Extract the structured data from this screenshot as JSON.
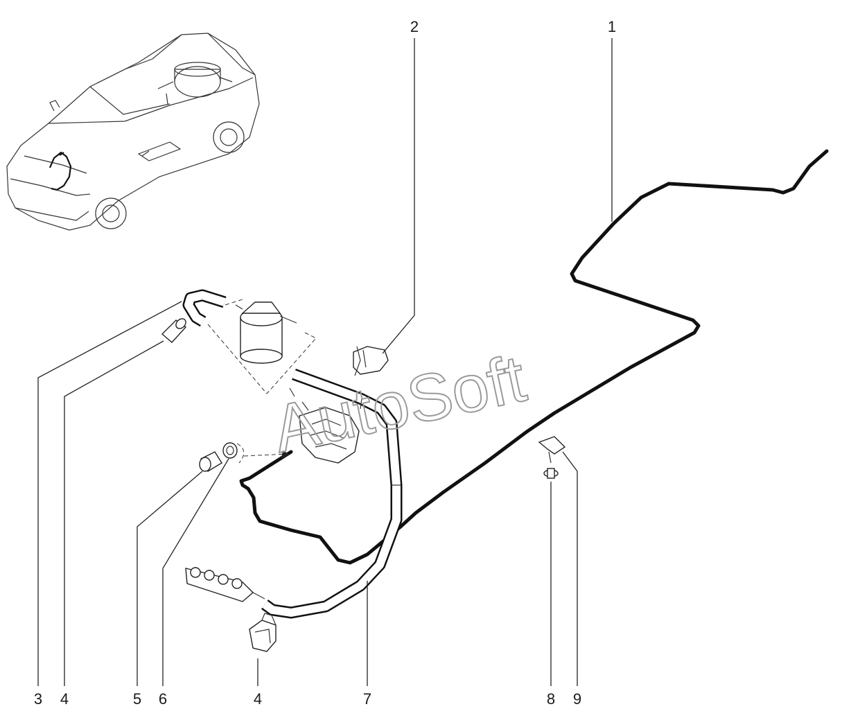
{
  "watermark": "AutoSoft",
  "callouts": {
    "c1": "1",
    "c2": "2",
    "c3": "3",
    "c4a": "4",
    "c5": "5",
    "c6": "6",
    "c4b": "4",
    "c7": "7",
    "c8": "8",
    "c9": "9"
  }
}
